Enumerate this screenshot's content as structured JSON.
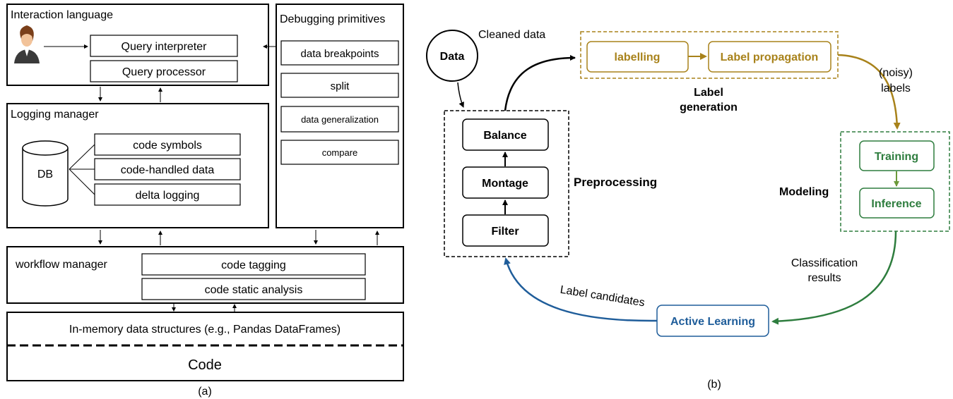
{
  "left_diagram": {
    "interaction_language": {
      "title": "Interaction language",
      "query_interpreter": "Query interpreter",
      "query_processor": "Query processor"
    },
    "debugging_primitives": {
      "title": "Debugging primitives",
      "items": [
        "data breakpoints",
        "split",
        "data generalization",
        "compare"
      ]
    },
    "logging_manager": {
      "title": "Logging manager",
      "db_label": "DB",
      "items": [
        "code symbols",
        "code-handled data",
        "delta logging"
      ]
    },
    "workflow_manager": {
      "title": "workflow manager",
      "items": [
        "code tagging",
        "code static analysis"
      ]
    },
    "in_memory": "In-memory data structures (e.g., Pandas DataFrames)",
    "code": "Code",
    "caption": "(a)"
  },
  "right_diagram": {
    "data_node": "Data",
    "cleaned_data": "Cleaned data",
    "labelling": "labelling",
    "label_propagation": "Label propagation",
    "label_generation": [
      "Label",
      "generation"
    ],
    "noisy_labels": [
      "(noisy)",
      "labels"
    ],
    "preprocessing": {
      "title": "Preprocessing",
      "balance": "Balance",
      "montage": "Montage",
      "filter": "Filter"
    },
    "modeling": {
      "title": "Modeling",
      "training": "Training",
      "inference": "Inference"
    },
    "classification_results": [
      "Classification",
      "results"
    ],
    "active_learning": "Active Learning",
    "label_candidates": "Label candidates",
    "caption": "(b)",
    "colors": {
      "label_gen": "#a8821a",
      "modeling": "#2e7d3e",
      "active_learning": "#1f5d9a",
      "inference_arrow": "#6b9a3a"
    }
  }
}
